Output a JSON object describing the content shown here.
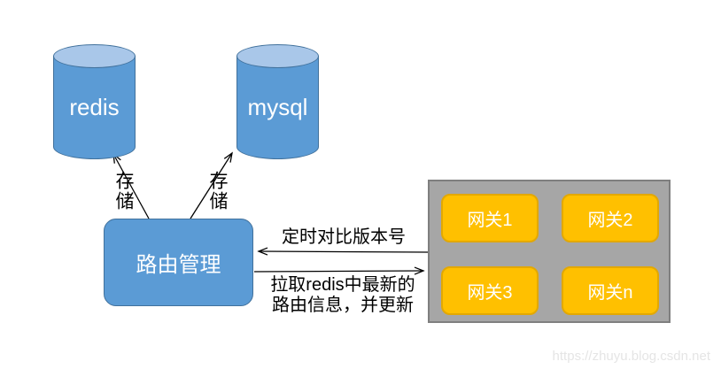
{
  "diagram": {
    "databases": [
      {
        "label": "redis"
      },
      {
        "label": "mysql"
      }
    ],
    "route_manager": {
      "label": "路由管理"
    },
    "store_labels": [
      "存储",
      "存储"
    ],
    "edges": {
      "compare_label": "定时对比版本号",
      "pull_label_line1": "拉取redis中最新的",
      "pull_label_line2": "路由信息，并更新"
    },
    "gateway_panel": {
      "gateways": [
        {
          "label": "网关1"
        },
        {
          "label": "网关2"
        },
        {
          "label": "网关3"
        },
        {
          "label": "网关n"
        }
      ]
    },
    "watermark": "https://zhuyu.blog.csdn.net",
    "colors": {
      "db_fill": "#5b9bd5",
      "db_top_fill": "#a9c7e9",
      "db_border": "#41719c",
      "route_box_fill": "#5b9bd5",
      "route_box_border": "#41719c",
      "panel_fill": "#a6a6a6",
      "panel_border": "#7f7f7f",
      "gateway_fill": "#ffc000",
      "gateway_border": "#e3a800",
      "arrow": "#000000",
      "watermark": "#e5e5e5"
    }
  }
}
